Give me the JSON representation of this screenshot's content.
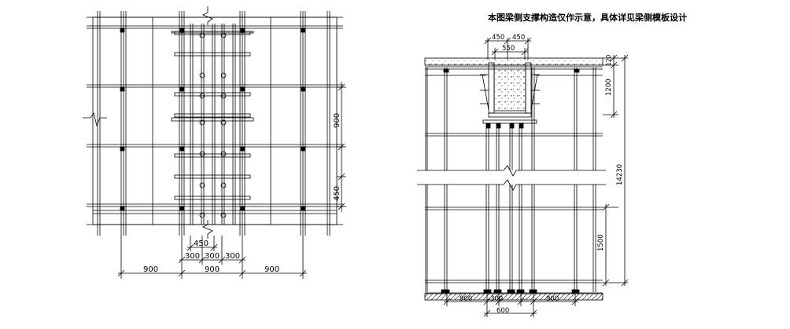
{
  "note": "本图梁侧支撑构造仅作示意，具体详见梁侧模板设计",
  "plan": {
    "dims_bottom": [
      "900",
      "900",
      "900"
    ],
    "dims_mid": [
      "300",
      "300",
      "300"
    ],
    "dim_top": "450",
    "dims_right": [
      "900",
      "450"
    ]
  },
  "section": {
    "top_dims": [
      "450",
      "450"
    ],
    "beam_width": "550",
    "right_dims": [
      "120",
      "1200",
      "1500"
    ],
    "total_height": "14230",
    "bottom_dims": [
      "900",
      "300",
      "900"
    ],
    "bottom_total": "600"
  }
}
